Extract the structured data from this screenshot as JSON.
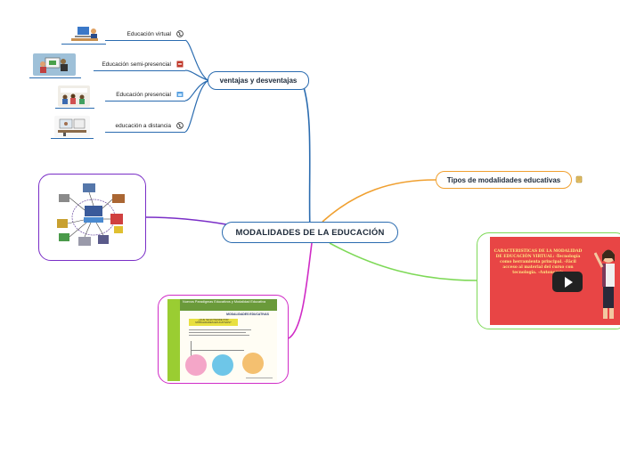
{
  "central": {
    "label": "MODALIDADES DE LA EDUCACIÓN"
  },
  "branches": {
    "ventajas": {
      "label": "ventajas y desventajas"
    },
    "tipos": {
      "label": "Tipos de modalidades educativas",
      "icon": "attachment-icon"
    }
  },
  "leaves": [
    {
      "label": "Educación virtual",
      "icon": "globe-icon"
    },
    {
      "label": "Educación semi-presencial",
      "icon": "pdf-icon"
    },
    {
      "label": "Educación presencial",
      "icon": "image-icon"
    },
    {
      "label": "educación a distancia",
      "icon": "globe-icon"
    }
  ],
  "video": {
    "text": "CARACTERISTICAS DE LA MODALIDAD DE EDUCACIÓN VIRTUAL: -Tecnología como herramienta principal. -Fácil acceso al material del curso con tecnología. -Autonomía",
    "play_icon": "play-icon"
  },
  "document": {
    "title": "Nuevos Paradigmas Educativos y Modalidad Educativa",
    "heading": "MODALIDADES EDUCATIVAS",
    "subheading": "¿QUE SE ENTIENDE POR MODALIDADES EDUCATIVAS?"
  },
  "colors": {
    "blue": "#2b6cb0",
    "orange": "#f0a030",
    "green": "#7ed957",
    "purple": "#7a2ec7",
    "magenta": "#d02cc6"
  }
}
